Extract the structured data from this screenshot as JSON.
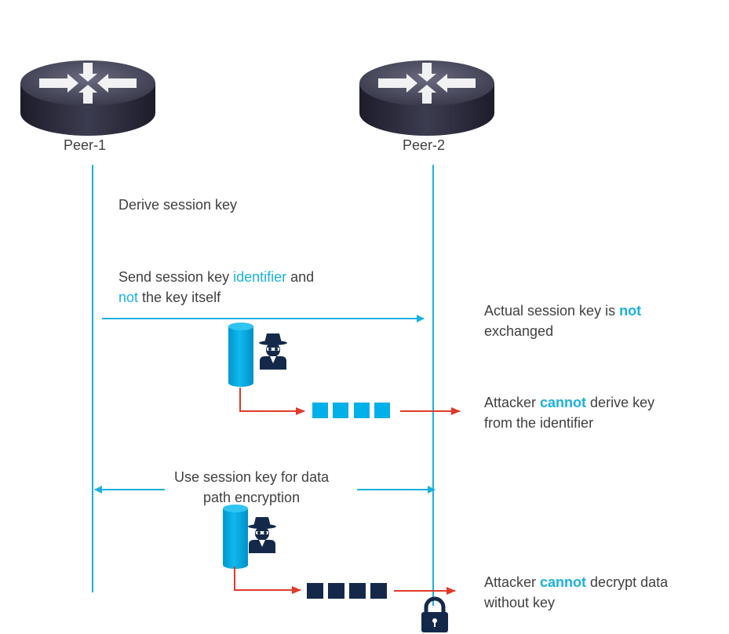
{
  "colors": {
    "line": "#1ab0e0",
    "accent": "#1ab0e0",
    "attack_arrow": "#e03a2a",
    "navy": "#14294a",
    "cyan_block": "#00b0e8",
    "text": "#404040"
  },
  "peers": [
    {
      "label": "Peer-1",
      "icon": "router-icon"
    },
    {
      "label": "Peer-2",
      "icon": "router-icon"
    }
  ],
  "steps": {
    "derive": "Derive session key",
    "send": {
      "line1_pre": "Send session key ",
      "line1_hl": "identifier",
      "line1_post": " and",
      "line2_hl": "not",
      "line2_post": " the key itself"
    },
    "use": {
      "line1": "Use session key for data",
      "line2": "path encryption"
    }
  },
  "notes": {
    "exchange": {
      "pre": "Actual session key is ",
      "hl": "not",
      "line2": "exchanged"
    },
    "derive": {
      "pre": "Attacker ",
      "hl": "cannot",
      "post": " derive key",
      "line2": "from the identifier"
    },
    "decrypt": {
      "pre": "Attacker ",
      "hl": "cannot",
      "post": " decrypt data",
      "line2": "without key"
    }
  },
  "icons": [
    "router-icon",
    "cylinder-icon",
    "attacker-icon",
    "lock-icon"
  ]
}
